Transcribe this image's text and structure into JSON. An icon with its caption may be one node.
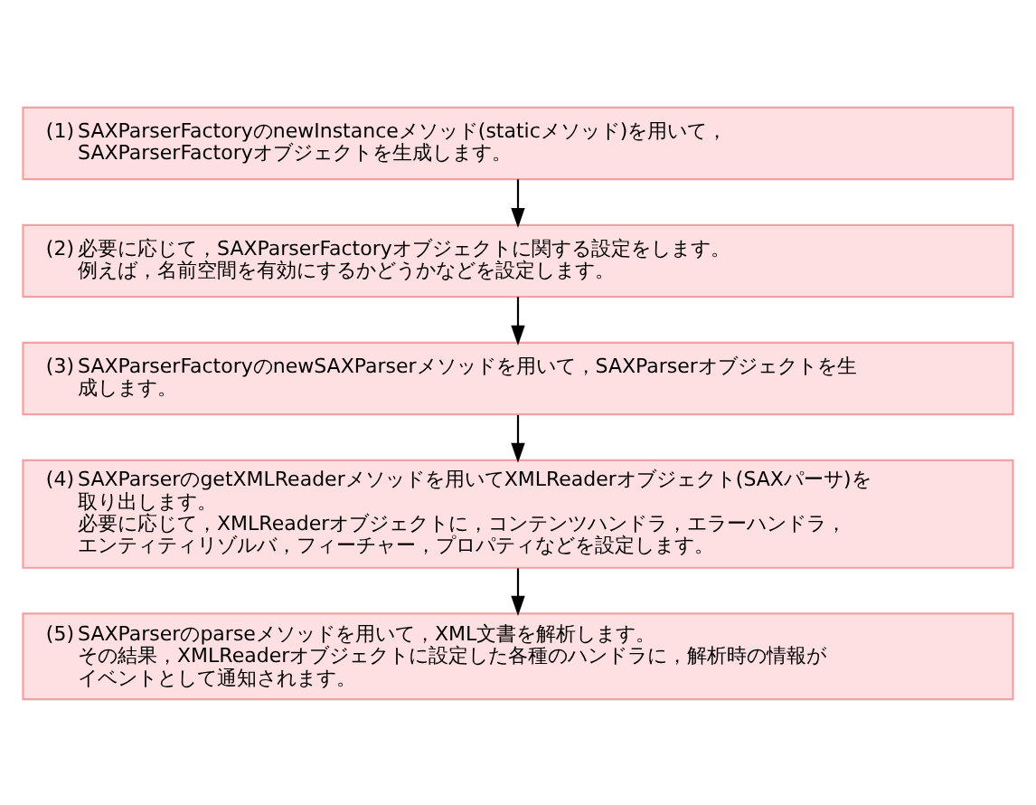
{
  "diagram": {
    "nodes": [
      {
        "text": [
          "(1)",
          "SAXParserFactoryのnewInstanceメソッド(staticメソッド)を用いて，SAXParserFactoryオブジェクトを生成します。"
        ]
      },
      {
        "text": [
          "(2)",
          "必要に応じて，SAXParserFactoryオブジェクトに関する設定をします。",
          "例えば，名前空間を有効にするかどうかなどを設定します。"
        ]
      },
      {
        "text": [
          "(3)",
          "SAXParserFactoryのnewSAXParserメソッドを用いて，SAXParserオブジェクトを生成します。"
        ]
      },
      {
        "text": [
          "(4)",
          "SAXParserのgetXMLReaderメソッドを用いてXMLReaderオブジェクト(SAXパーサ)を取り出します。",
          "必要に応じて，XMLReaderオブジェクトに，コンテンツハンドラ，エラーハンドラ，エンティティリゾルバ，フィーチャー，プロパティなどを設定します。"
        ]
      },
      {
        "text": [
          "(5)",
          "SAXParserのparseメソッドを用いて，XML文書を解析します。",
          "その結果，XMLReaderオブジェクトに設定した各種のハンドラに，解析時の情報がイベントとして通知されます。"
        ]
      }
    ],
    "edges": [
      {
        "from": 0,
        "to": 1,
        "arrow": "to"
      },
      {
        "from": 1,
        "to": 2,
        "arrow": "to"
      },
      {
        "from": 2,
        "to": 3,
        "arrow": "to"
      },
      {
        "from": 3,
        "to": 4,
        "arrow": "to"
      }
    ]
  }
}
